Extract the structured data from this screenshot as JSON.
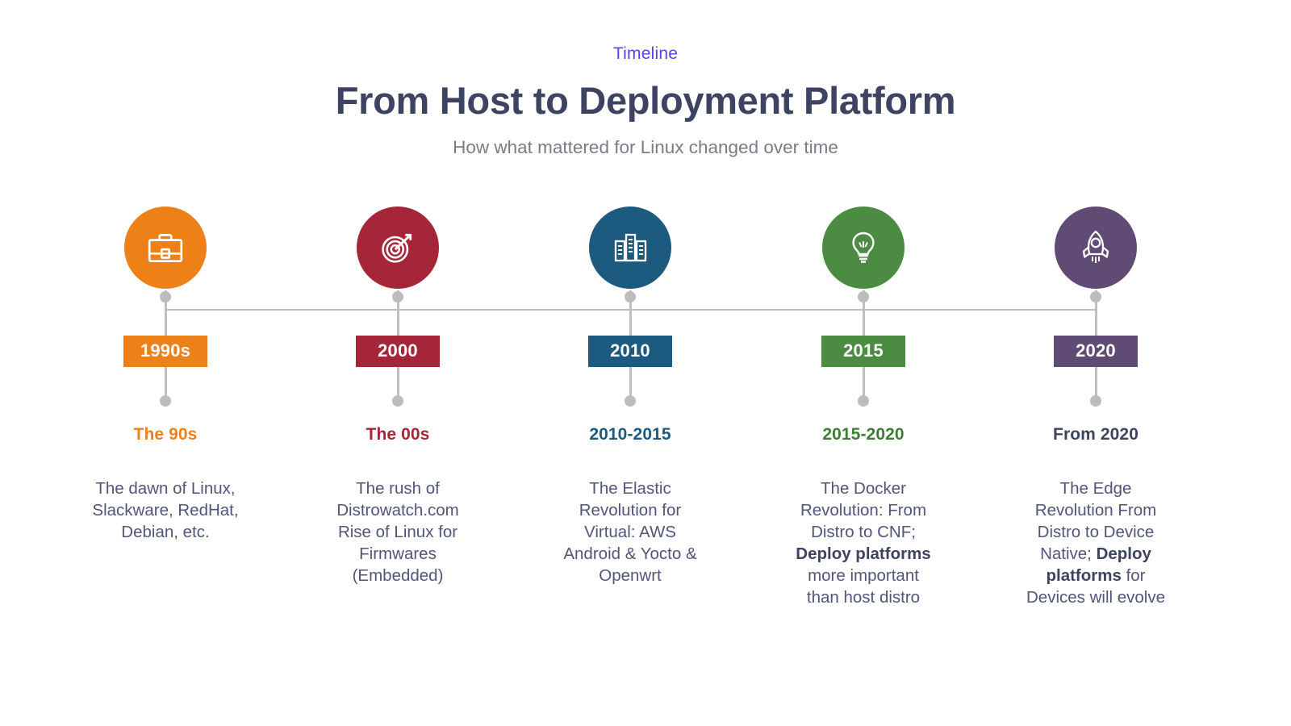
{
  "header": {
    "eyebrow": "Timeline",
    "eyebrow_color": "#5B3FE8",
    "title": "From Host to Deployment Platform",
    "subtitle": "How what mattered for Linux changed over time",
    "title_color": "#3D4462",
    "subtitle_color": "#7B7B85"
  },
  "timeline": {
    "line_color": "#BFBFBF",
    "dot_color": "#BDBDBD",
    "milestones": [
      {
        "year": "1990s",
        "era_title": "The 90s",
        "icon": "briefcase-icon",
        "color": "#ED8017",
        "title_color": "#ED8017",
        "description": "The dawn of Linux, Slackware, RedHat, Debian, etc.",
        "description_parts": [
          {
            "text": "The dawn of Linux, Slackware, RedHat, Debian, etc.",
            "bold": false
          }
        ]
      },
      {
        "year": "2000",
        "era_title": "The 00s",
        "icon": "target-icon",
        "color": "#A52639",
        "title_color": "#A52639",
        "description": "The rush of Distrowatch.com Rise of Linux for Firmwares (Embedded)",
        "description_parts": [
          {
            "text": "The rush of Distrowatch.com Rise of Linux for Firmwares (Embedded)",
            "bold": false
          }
        ]
      },
      {
        "year": "2010",
        "era_title": "2010-2015",
        "icon": "servers-icon",
        "color": "#1C5A80",
        "title_color": "#1C5A80",
        "description": "The Elastic Revolution for Virtual: AWS Android & Yocto & Openwrt",
        "description_parts": [
          {
            "text": "The Elastic Revolution for Virtual: AWS Android & Yocto & Openwrt",
            "bold": false
          }
        ]
      },
      {
        "year": "2015",
        "era_title": "2015-2020",
        "icon": "lightbulb-icon",
        "color": "#4C8B42",
        "title_color": "#3F7D34",
        "description": "The Docker Revolution: From Distro to CNF; Deploy platforms more important than host distro",
        "description_parts": [
          {
            "text": "The Docker Revolution: From Distro to CNF; ",
            "bold": false
          },
          {
            "text": "Deploy platforms",
            "bold": true
          },
          {
            "text": " more important than host distro",
            "bold": false
          }
        ]
      },
      {
        "year": "2020",
        "era_title": "From 2020",
        "icon": "rocket-icon",
        "color": "#5F4B73",
        "title_color": "#3D4462",
        "description": "The Edge Revolution From Distro to Device Native; Deploy platforms for Devices will evolve",
        "description_parts": [
          {
            "text": "The Edge Revolution From Distro to Device Native; ",
            "bold": false
          },
          {
            "text": "Deploy platforms",
            "bold": true
          },
          {
            "text": " for Devices will evolve",
            "bold": false
          }
        ]
      }
    ]
  }
}
